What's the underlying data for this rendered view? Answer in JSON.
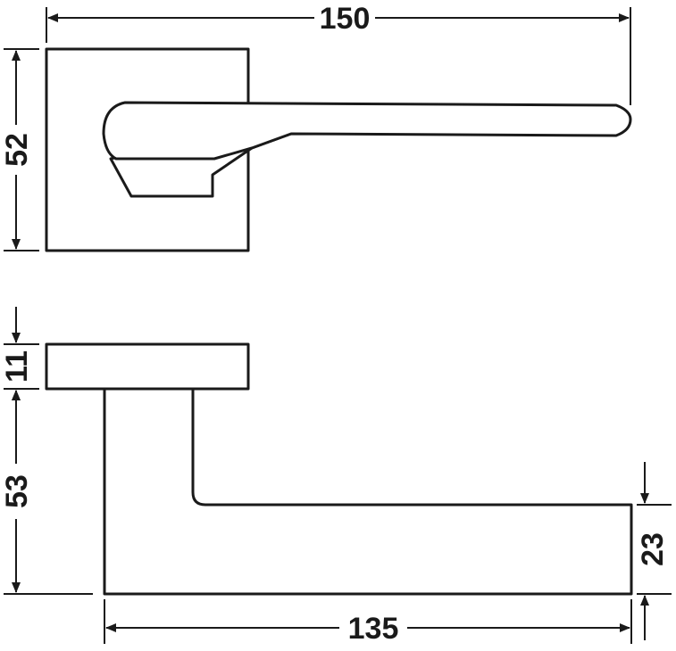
{
  "drawing": {
    "title": "",
    "colors": {
      "line": "#1a1a1a",
      "background": "#ffffff"
    },
    "views": [
      "front-view",
      "top-view"
    ],
    "dimensions": {
      "total_length": "150",
      "rose_height": "52",
      "rose_thickness": "11",
      "projection": "53",
      "lever_length": "135",
      "lever_thickness": "23"
    }
  }
}
